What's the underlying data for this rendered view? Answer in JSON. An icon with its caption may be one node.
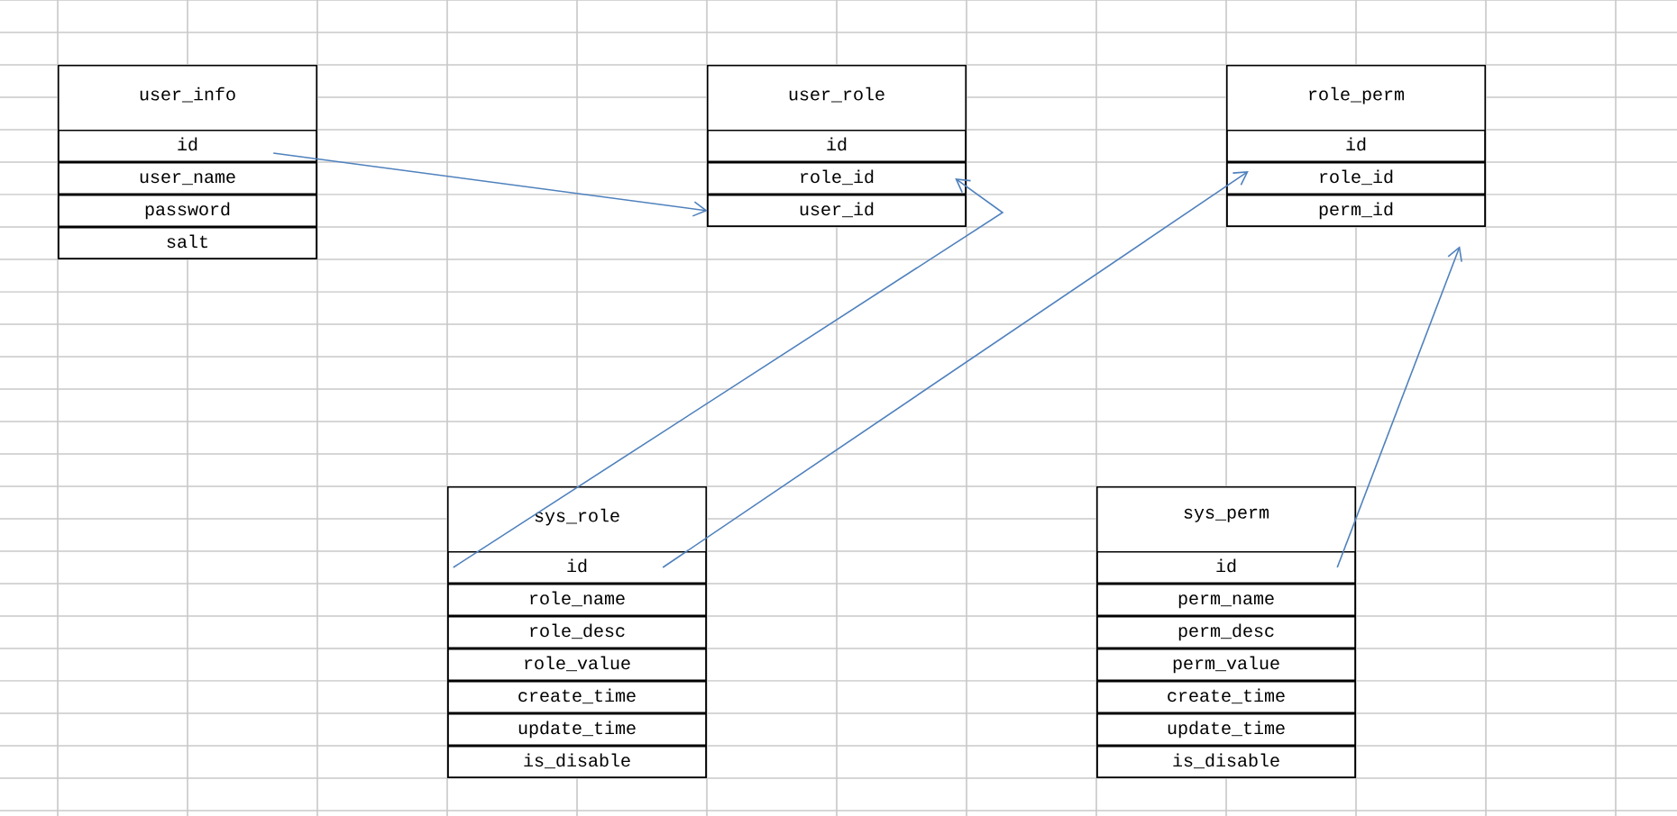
{
  "diagram": {
    "nodes": [
      {
        "text": [
          "user_info"
        ]
      },
      {
        "text": [
          "id"
        ],
        "in": 0
      },
      {
        "text": [
          "user_name"
        ],
        "in": 0
      },
      {
        "text": [
          "password"
        ],
        "in": 0
      },
      {
        "text": [
          "salt"
        ],
        "in": 0
      },
      {
        "text": [
          "user_role"
        ]
      },
      {
        "text": [
          "id"
        ],
        "in": 5
      },
      {
        "text": [
          "role_id"
        ],
        "in": 5
      },
      {
        "text": [
          "user_id"
        ],
        "in": 5
      },
      {
        "text": [
          "role_perm"
        ]
      },
      {
        "text": [
          "id"
        ],
        "in": 9
      },
      {
        "text": [
          "role_id"
        ],
        "in": 9
      },
      {
        "text": [
          "perm_id"
        ],
        "in": 9
      },
      {
        "text": [
          "sys_role"
        ]
      },
      {
        "text": [
          "id"
        ],
        "in": 13
      },
      {
        "text": [
          "role_name"
        ],
        "in": 13
      },
      {
        "text": [
          "role_desc"
        ],
        "in": 13
      },
      {
        "text": [
          "role_value"
        ],
        "in": 13
      },
      {
        "text": [
          "create_time"
        ],
        "in": 13
      },
      {
        "text": [
          "update_time"
        ],
        "in": 13
      },
      {
        "text": [
          "is_disable"
        ],
        "in": 13
      },
      {
        "text": [
          "sys_perm"
        ]
      },
      {
        "text": [
          "id"
        ],
        "in": 21
      },
      {
        "text": [
          "perm_name"
        ],
        "in": 21
      },
      {
        "text": [
          "perm_desc"
        ],
        "in": 21
      },
      {
        "text": [
          "perm_value"
        ],
        "in": 21
      },
      {
        "text": [
          "create_time"
        ],
        "in": 21
      },
      {
        "text": [
          "update_time"
        ],
        "in": 21
      },
      {
        "text": [
          "is_disable"
        ],
        "in": 21
      }
    ],
    "edges": [
      {
        "from": 1,
        "to": 8,
        "arrow": "to"
      },
      {
        "from": 14,
        "to": 7,
        "arrow": "to"
      },
      {
        "from": 14,
        "to": 11,
        "arrow": "to"
      },
      {
        "from": 22,
        "to": 12,
        "arrow": "to"
      }
    ]
  }
}
